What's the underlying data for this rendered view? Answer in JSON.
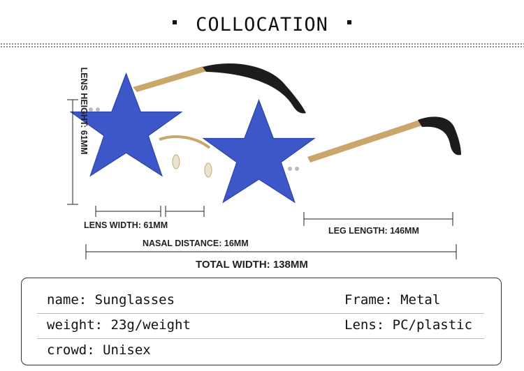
{
  "header": {
    "title": "COLLOCATION"
  },
  "dimensions": {
    "lens_height": "LENS HEIGHT: 61MM",
    "lens_width": "LENS WIDTH: 61MM",
    "nasal_distance": "NASAL DISTANCE: 16MM",
    "leg_length": "LEG LENGTH: 146MM",
    "total_width": "TOTAL WIDTH: 138MM"
  },
  "colors": {
    "lens": "#3d56c8",
    "lens_dark": "#2e44a8",
    "frame": "#c9a76a",
    "temple_tip": "#1c1c1c"
  },
  "specs": {
    "rows": [
      {
        "left": "name: Sunglasses",
        "right": "Frame: Metal"
      },
      {
        "left": "weight: 23g/weight",
        "right": "Lens: PC/plastic"
      },
      {
        "left": "crowd: Unisex",
        "right": ""
      }
    ]
  }
}
